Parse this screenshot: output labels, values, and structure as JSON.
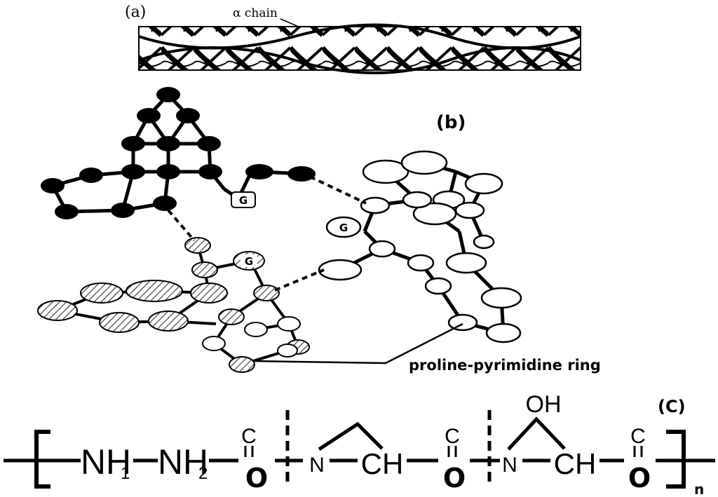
{
  "panel_a": {
    "label": "(a)",
    "chain_label": "α chain"
  },
  "panel_b": {
    "label": "(b)",
    "g_labels": [
      "G",
      "G",
      "G"
    ],
    "ring_label": "proline-pyrimidine ring"
  },
  "panel_c": {
    "label": "(C)",
    "nh1": "NH",
    "nh1_sub": "1",
    "nh2": "NH",
    "nh2_sub": "2",
    "c_top": "C",
    "o_bottom": "O",
    "n": "N",
    "ch": "CH",
    "oh": "OH",
    "repeat": "n"
  },
  "colors": {
    "ink": "#000000",
    "paper": "#ffffff",
    "hatch": "#444444"
  }
}
